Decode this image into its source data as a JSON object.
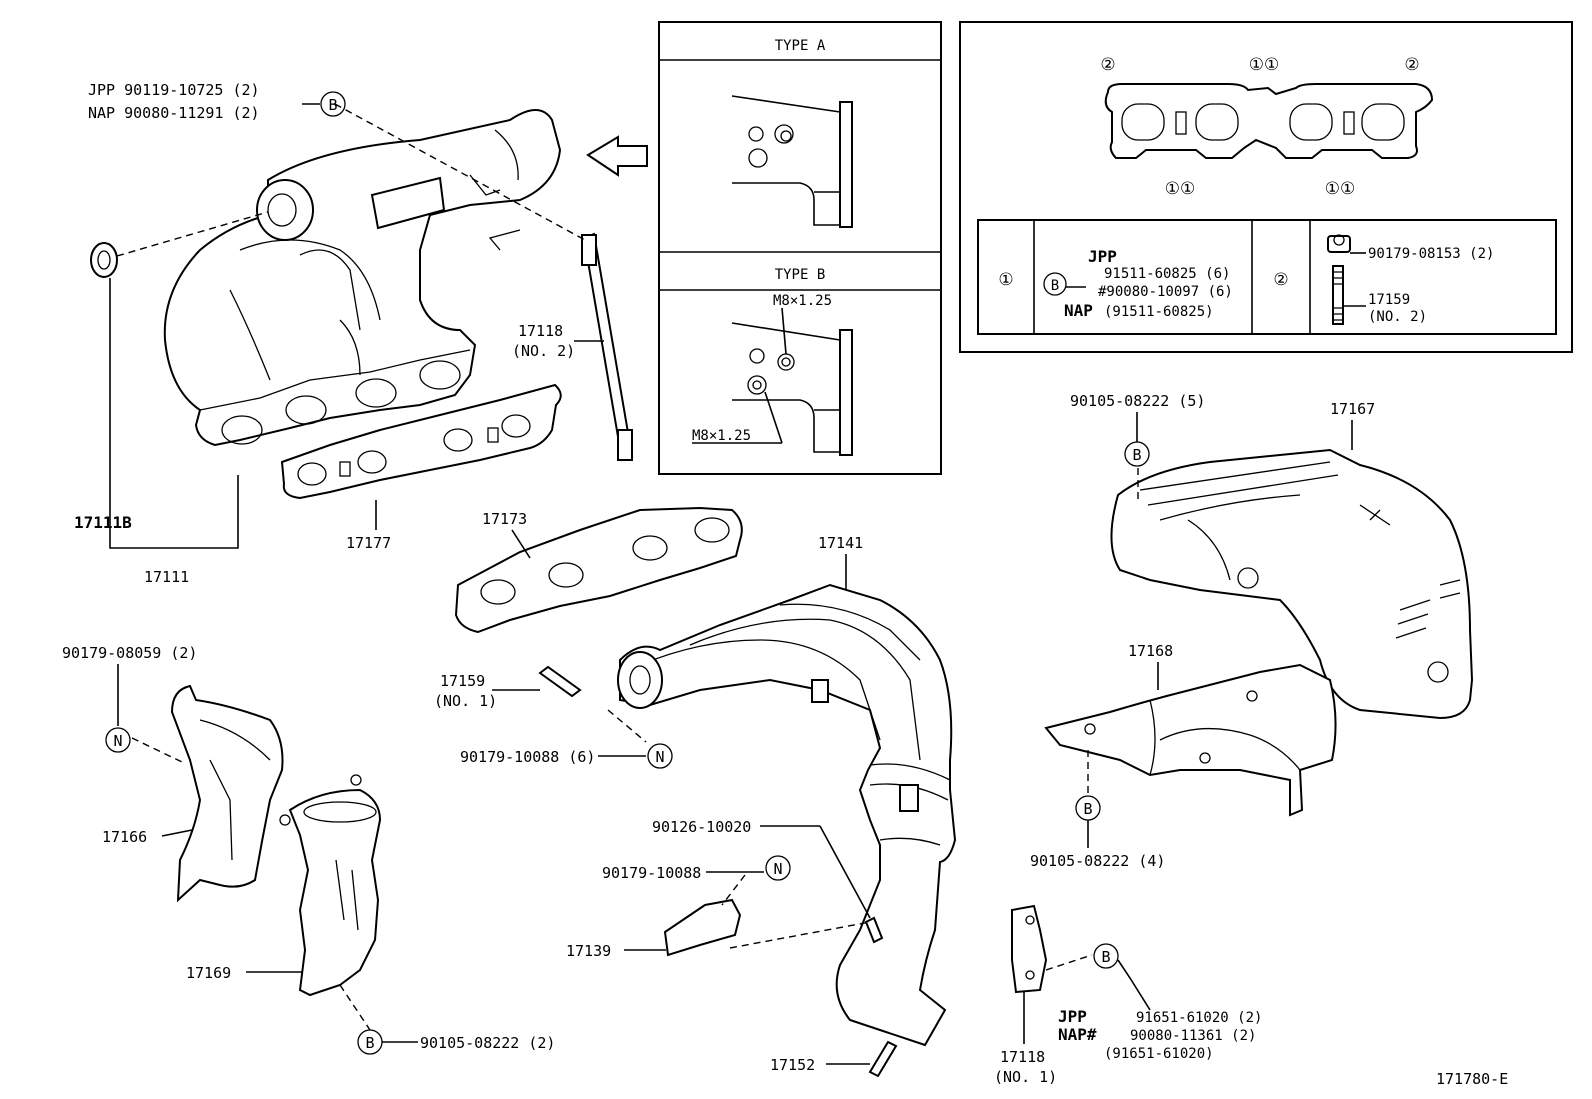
{
  "diagram_id": "171780-E",
  "type_a": {
    "title": "TYPE A"
  },
  "type_b": {
    "title": "TYPE B",
    "thread_upper": "M8×1.25",
    "thread_lower": "M8×1.25"
  },
  "legend": {
    "gasket_marks": {
      "mark2": "②",
      "mark11": "①①"
    },
    "cell1_mark": "①",
    "cell1_jpp": "JPP",
    "cell1_b": "B",
    "cell1_line1": "91511-60825 (6)",
    "cell1_line2": "#90080-10097 (6)",
    "cell1_nap": "NAP",
    "cell1_line3": "(91511-60825)",
    "cell2_mark": "②",
    "cell2_line1": "90179-08153 (2)",
    "cell2_line2": "17159",
    "cell2_line3": "(NO. 2)"
  },
  "callouts": {
    "top_jpp": "JPP 90119-10725 (2)",
    "top_nap": "NAP 90080-11291 (2)",
    "b": "B",
    "n": "N",
    "p17118_no2_a": "17118",
    "p17118_no2_b": "(NO. 2)",
    "p17111b": "17111B",
    "p17111": "17111",
    "p17177": "17177",
    "p17173": "17173",
    "p17141": "17141",
    "p17167": "17167",
    "p90105_5": "90105-08222 (5)",
    "p17168": "17168",
    "p90105_4": "90105-08222 (4)",
    "p90179_08059": "90179-08059 (2)",
    "p17166": "17166",
    "p17169": "17169",
    "p90105_2": "90105-08222 (2)",
    "p17159_a": "17159",
    "p17159_b": "(NO. 1)",
    "p90179_10088_6": "90179-10088 (6)",
    "p90126": "90126-10020",
    "p90179_10088": "90179-10088",
    "p17139": "17139",
    "p17152": "17152",
    "p17118_no1_a": "17118",
    "p17118_no1_b": "(NO. 1)",
    "br_jpp": "JPP",
    "br_nap": "NAP#",
    "br_l1": "91651-61020 (2)",
    "br_l2": "90080-11361 (2)",
    "br_l3": "(91651-61020)"
  }
}
